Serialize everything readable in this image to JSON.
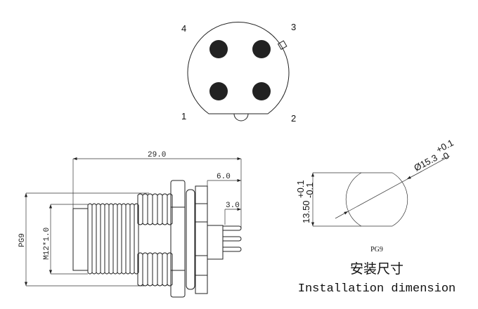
{
  "pin_view": {
    "pin_labels": [
      "1",
      "2",
      "3",
      "4"
    ]
  },
  "side_view": {
    "dim_overall": "29.0",
    "dim_flange": "6.0",
    "dim_pins": "3.0",
    "dim_pg9": "PG9",
    "dim_thread": "M12*1.0"
  },
  "installation": {
    "height_dim": "13.50",
    "height_tol_plus": "+0.1",
    "height_tol_minus": "-0.1",
    "diameter_dim": "Ø15.3",
    "diameter_tol_plus": "+0.1",
    "diameter_tol_minus": "-0",
    "thread_label": "PG9",
    "title_cn": "安装尺寸",
    "title_en": "Installation dimension"
  }
}
